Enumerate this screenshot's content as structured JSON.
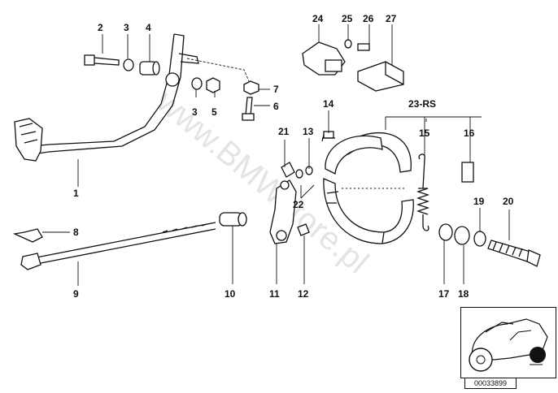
{
  "watermark": "www.BMWstore.pl",
  "part_number": "00033899",
  "callouts": {
    "c1": "1",
    "c2": "2",
    "c3a": "3",
    "c3b": "3",
    "c4": "4",
    "c5": "5",
    "c6": "6",
    "c7": "7",
    "c8": "8",
    "c9": "9",
    "c10": "10",
    "c11": "11",
    "c12": "12",
    "c13": "13",
    "c14": "14",
    "c15": "15",
    "c16": "16",
    "c17": "17",
    "c18": "18",
    "c19": "19",
    "c20": "20",
    "c21": "21",
    "c22": "22",
    "c23": "23-RS",
    "c24": "24",
    "c25": "25",
    "c26": "26",
    "c27": "27"
  }
}
